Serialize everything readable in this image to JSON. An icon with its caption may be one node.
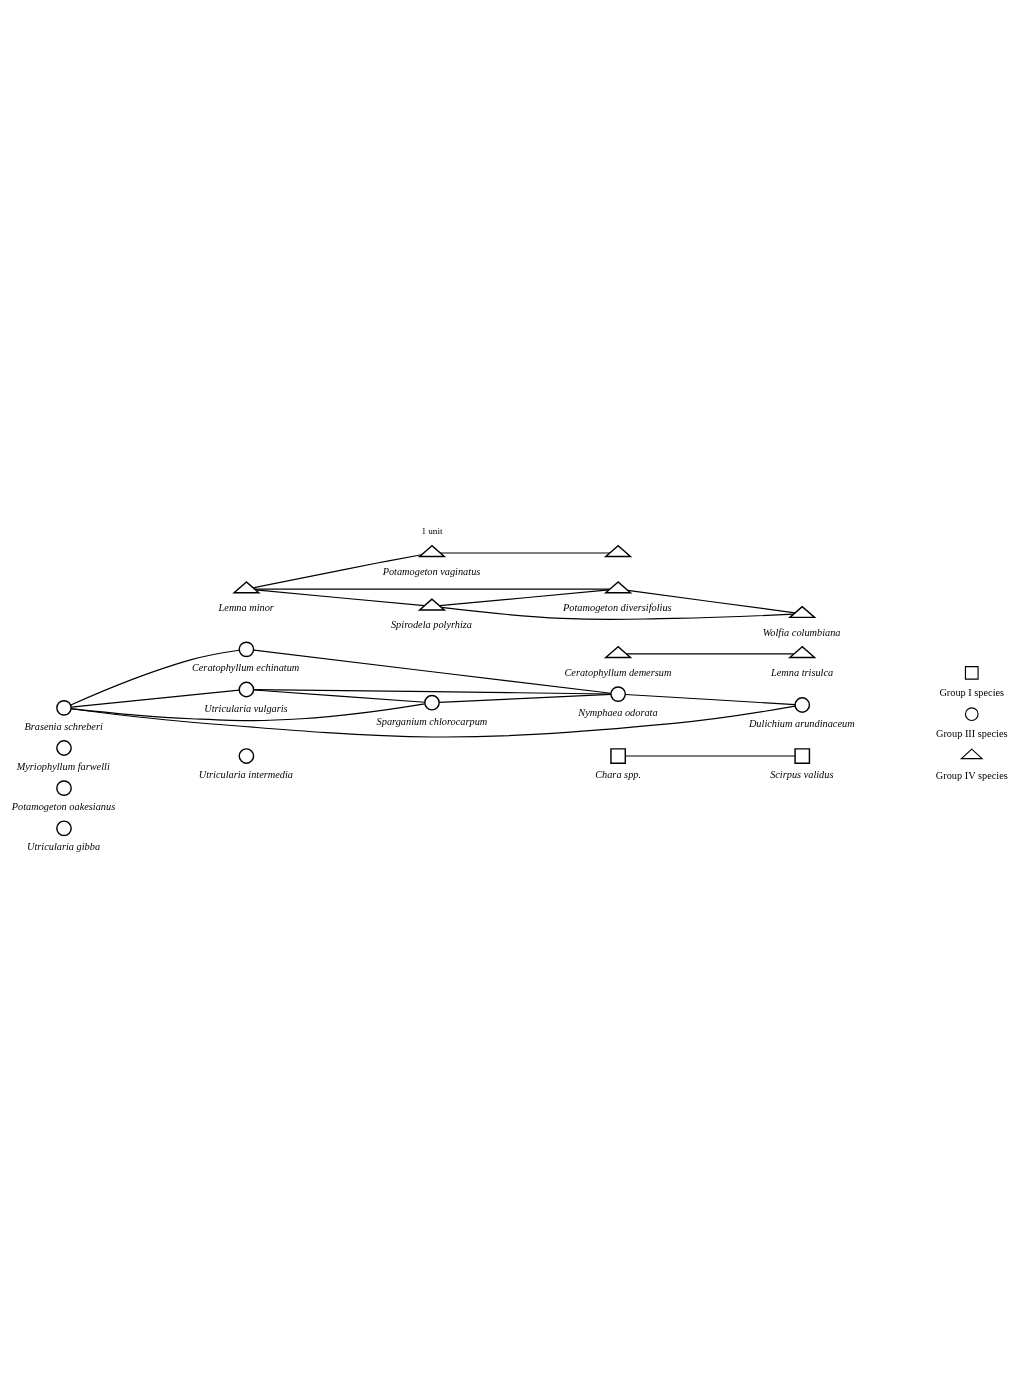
{
  "diagram": {
    "nodes": [
      {
        "text": [],
        "shape": "box",
        "beside": [
          "Chara spp."
        ]
      },
      {
        "text": [],
        "shape": "box",
        "beside": [
          "Scirpus validus"
        ]
      },
      {
        "text": [],
        "shape": "circle",
        "beside": [
          "Utricularia gibba"
        ]
      },
      {
        "text": [],
        "shape": "circle",
        "beside": [
          "Potamogeton oakesianus"
        ]
      },
      {
        "text": [],
        "shape": "circle",
        "beside": [
          "Myriophyllum farwelli"
        ]
      },
      {
        "text": [],
        "shape": "circle",
        "beside": [
          "Utricularia intermedia"
        ]
      },
      {
        "text": [],
        "shape": "circle",
        "beside": [
          "Brasenia schreberi"
        ]
      },
      {
        "text": [],
        "shape": "circle",
        "beside": [
          "Ceratophyllum echinatum"
        ]
      },
      {
        "text": [],
        "shape": "circle",
        "beside": [
          "Utricularia vulgaris"
        ]
      },
      {
        "text": [],
        "shape": "circle",
        "beside": [
          "Sparganium chlorocarpum"
        ]
      },
      {
        "text": [],
        "shape": "circle",
        "beside": [
          "Nymphaea odorata"
        ]
      },
      {
        "text": [],
        "shape": "circle",
        "beside": [
          "Dulichium arundinaceum"
        ]
      },
      {
        "text": [],
        "shape": "triangle",
        "beside": [
          "Ceratophyllum demersum"
        ]
      },
      {
        "text": [],
        "shape": "triangle",
        "beside": [
          "Lemna trisulca"
        ]
      },
      {
        "text": [],
        "shape": "triangle",
        "beside": [
          "Lemna minor"
        ]
      },
      {
        "text": [],
        "shape": "triangle",
        "beside": [
          "Potamogeton vaginatus"
        ]
      },
      {
        "text": [],
        "shape": "triangle"
      },
      {
        "text": [],
        "shape": "triangle",
        "beside": [
          "Spirodela polyrhiza"
        ]
      },
      {
        "text": [],
        "shape": "triangle",
        "beside": [
          "Potamogeton diversifolius"
        ]
      },
      {
        "text": [],
        "shape": "triangle",
        "beside": [
          "Wolfia columbiana"
        ]
      }
    ],
    "edges": [
      {
        "from": 0,
        "to": 1,
        "arrow": "none"
      },
      {
        "from": 6,
        "to": 7,
        "arrow": "none"
      },
      {
        "from": 6,
        "to": 8,
        "arrow": "none"
      },
      {
        "from": 6,
        "to": 9,
        "arrow": "none"
      },
      {
        "from": 6,
        "to": 11,
        "arrow": "none"
      },
      {
        "from": 7,
        "to": 10,
        "arrow": "none"
      },
      {
        "from": 8,
        "to": 9,
        "arrow": "none"
      },
      {
        "from": 8,
        "to": 10,
        "arrow": "none"
      },
      {
        "from": 9,
        "to": 10,
        "arrow": "none"
      },
      {
        "from": 10,
        "to": 11,
        "arrow": "none"
      },
      {
        "from": 12,
        "to": 13,
        "arrow": "none"
      },
      {
        "from": 14,
        "to": 15,
        "arrow": "none"
      },
      {
        "from": 15,
        "to": 16,
        "arrow": "none"
      },
      {
        "from": 14,
        "to": 17,
        "arrow": "none"
      },
      {
        "from": 14,
        "to": 18,
        "arrow": "none"
      },
      {
        "from": 17,
        "to": 18,
        "arrow": "none"
      },
      {
        "from": 17,
        "to": 19,
        "arrow": "none"
      },
      {
        "from": 18,
        "to": 19,
        "arrow": "none"
      }
    ],
    "labels": [
      "1 unit"
    ],
    "legend": [
      {
        "text": "Group I species"
      },
      {
        "text": "Group III species"
      },
      {
        "text": "Group IV species"
      }
    ]
  }
}
